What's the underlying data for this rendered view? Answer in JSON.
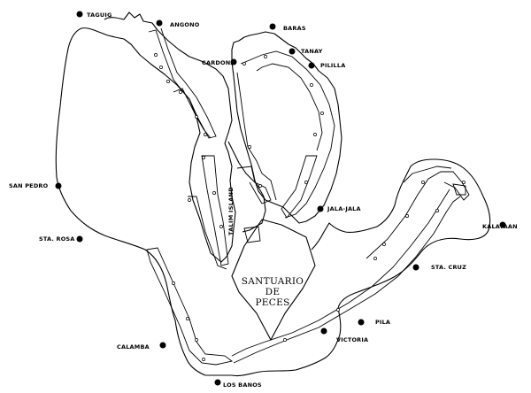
{
  "towns": [
    {
      "key": "taguig",
      "label": "TAGUIG"
    },
    {
      "key": "angono",
      "label": "ANGONO"
    },
    {
      "key": "baras",
      "label": "BARAS"
    },
    {
      "key": "tanay",
      "label": "TANAY"
    },
    {
      "key": "cardona",
      "label": "CARDONA"
    },
    {
      "key": "pililla",
      "label": "PILILLA"
    },
    {
      "key": "san_pedro",
      "label": "SAN PEDRO"
    },
    {
      "key": "jala_jala",
      "label": "JALA-JALA"
    },
    {
      "key": "kalayaan",
      "label": "KALAYAAN"
    },
    {
      "key": "sta_rosa",
      "label": "STA. ROSA"
    },
    {
      "key": "sta_cruz",
      "label": "STA. CRUZ"
    },
    {
      "key": "pila",
      "label": "PILA"
    },
    {
      "key": "victoria",
      "label": "VICTORIA"
    },
    {
      "key": "calamba",
      "label": "CALAMBA"
    },
    {
      "key": "los_banos",
      "label": "LOS BANOS"
    }
  ],
  "island_label": "TALIM ISLAND",
  "sanctuary_lines": [
    "SANTUARIO",
    "DE",
    "PECES"
  ]
}
